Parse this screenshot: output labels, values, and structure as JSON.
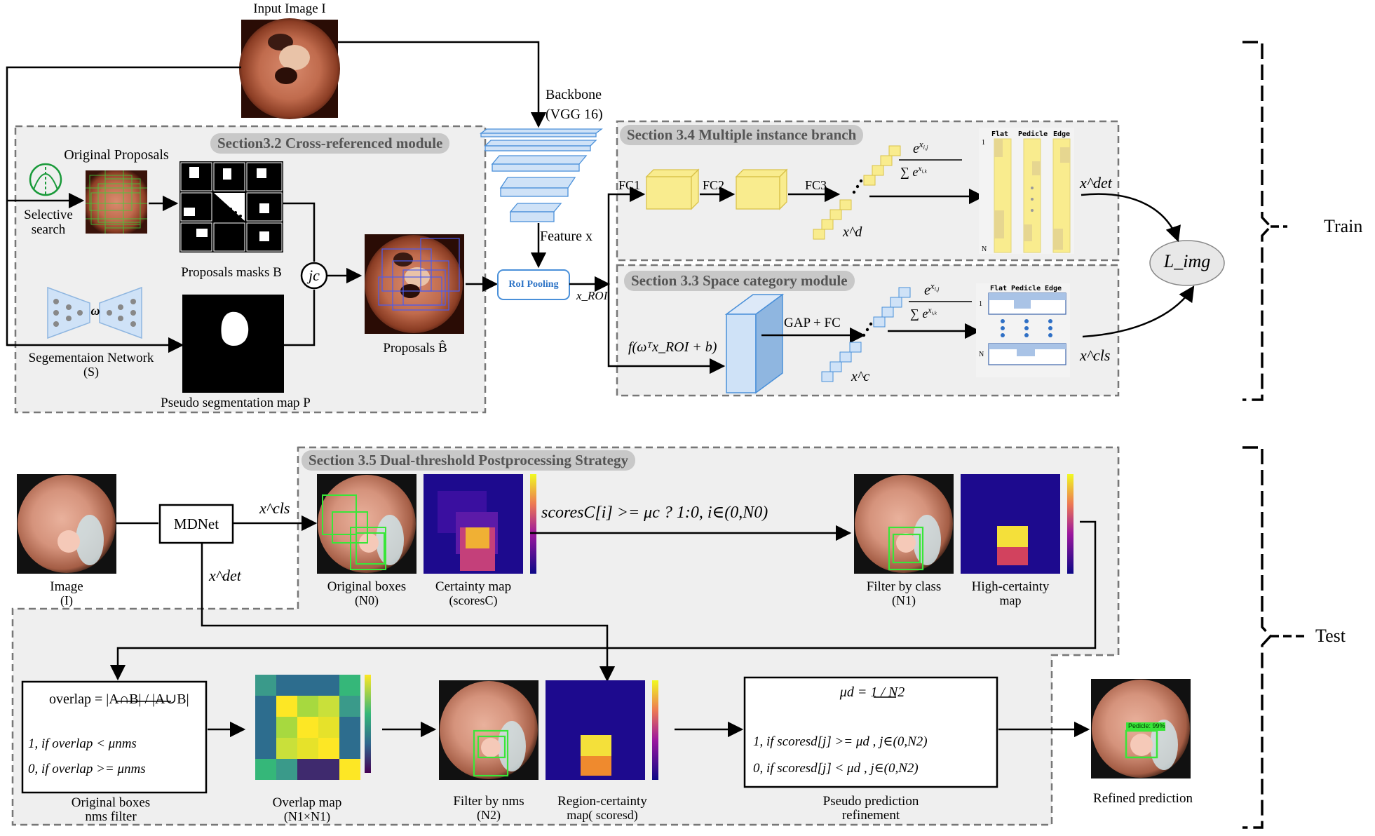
{
  "train": {
    "input_image": "Input Image I",
    "backbone": "Backbone",
    "backbone_sub": "(VGG 16)",
    "feature_x": "Feature x",
    "roi_pooling": "RoI Pooling",
    "x_roi": "x_ROI",
    "sec32": "Section3.2 Cross-referenced module",
    "original_proposals": "Original Proposals",
    "selective_search": "Selective search",
    "proposals_masks": "Proposals masks B",
    "jc": "jc",
    "omega": "ω",
    "seg_network": "Segementaion Network",
    "seg_network_sub": "(S)",
    "pseudo_seg": "Pseudo segmentation map P",
    "proposals_b": "Proposals B̂",
    "sec34": "Section 3.4 Multiple instance branch",
    "fc1": "FC1",
    "fc2": "FC2",
    "fc3": "FC3",
    "xd": "x^d",
    "xdet": "x^det",
    "sec33": "Section 3.3 Space category module",
    "gap_fc": "GAP + FC",
    "fwx": "f(ωᵀx_ROI + b)",
    "xc": "x^c",
    "xcls": "x^cls",
    "l_img": "L_img",
    "heat_cols": [
      "Flat",
      "Pedicle",
      "Edge"
    ],
    "heat_rows": [
      "1",
      "N"
    ],
    "train_label": "Train"
  },
  "test": {
    "sec35": "Section 3.5 Dual-threshold Postprocessing Strategy",
    "image": "Image",
    "image_sub": "(I)",
    "mdnet": "MDNet",
    "xcls": "x^cls",
    "xdet": "x^det",
    "original_boxes": "Original boxes",
    "original_boxes_sub": "(N0)",
    "certainty_map": "Certainty map",
    "certainty_map_sub": "(scoresC)",
    "rule": "scoresC[i] >= μc   ?   1:0,  i∈(0,N0)",
    "filter_class": "Filter by class",
    "filter_class_sub": "(N1)",
    "high_certainty": "High-certainty",
    "high_certainty_sub": "map",
    "overlap_formula": "overlap = |A∩B| / |A∪B|",
    "overlap_case1": "1,   if   overlap < μnms",
    "overlap_case0": "0,   if   overlap >= μnms",
    "nms_filter": "Original boxes",
    "nms_filter_sub": "nms filter",
    "overlap_map": "Overlap map",
    "overlap_map_sub": "(N1×N1)",
    "filter_nms": "Filter by nms",
    "filter_nms_sub": "(N2)",
    "region_certainty": "Region-certainty",
    "region_certainty_sub": "map( scoresd)",
    "mu_d": "μd = 1 / N2",
    "case1": "1,   if   scoresd[j] >= μd , j∈(0,N2)",
    "case0": "0,   if    scoresd[j] < μd , j∈(0,N2)",
    "pseudo_refine": "Pseudo prediction",
    "pseudo_refine_sub": "refinement",
    "refined": "Refined prediction",
    "pred_tag": "Pedicle: 99%",
    "test_label": "Test"
  },
  "colors": {
    "panel": "#efefef",
    "dash": "#777777",
    "yellow": "#f9ec8e",
    "blue": "#cfe2f7",
    "heat_bg": "#1d0a8e",
    "heat_hi": "#f4d43a",
    "heat_mid": "#e0574e",
    "green_box": "#39e639"
  },
  "icons": [
    "tree-icon",
    "network-icon",
    "endoscopy-image"
  ]
}
